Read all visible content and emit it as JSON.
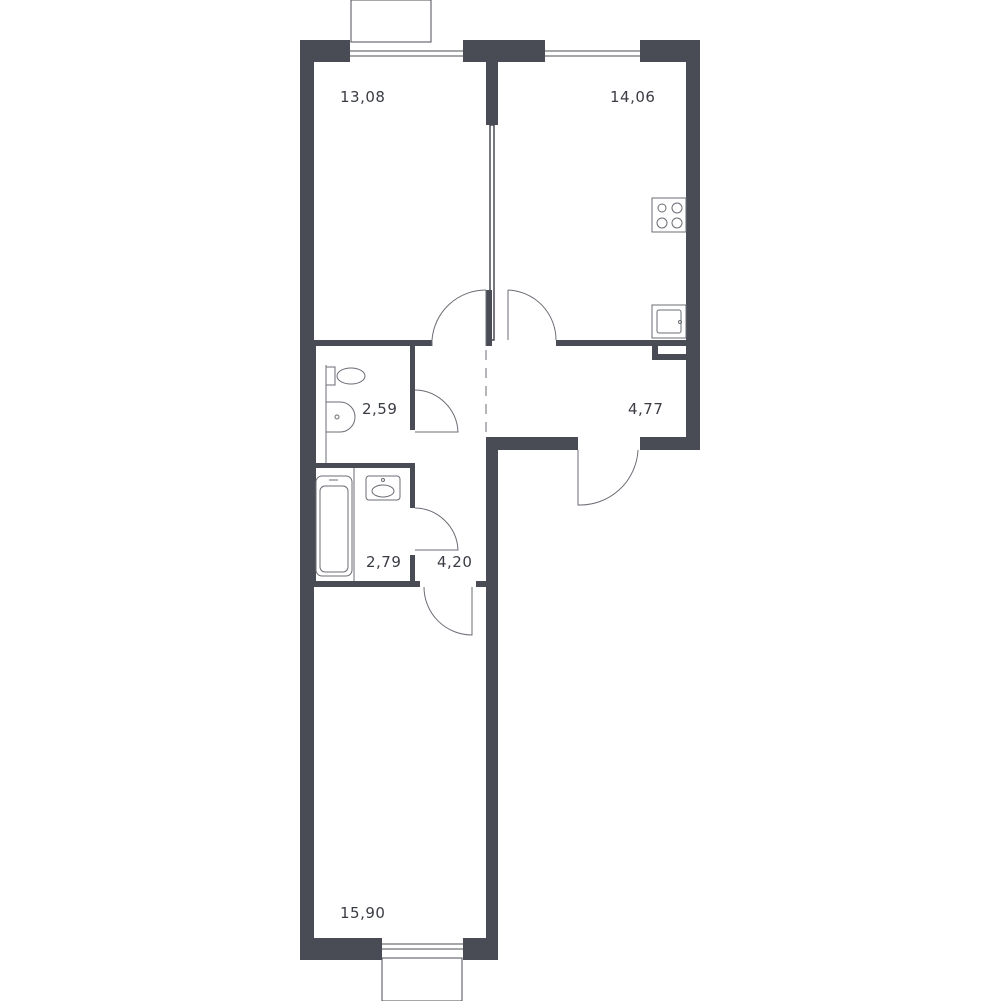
{
  "rooms": [
    {
      "id": "bedroom-top",
      "area": "13,08"
    },
    {
      "id": "kitchen",
      "area": "14,06"
    },
    {
      "id": "toilet",
      "area": "2,59"
    },
    {
      "id": "hall",
      "area": "4,77"
    },
    {
      "id": "bathroom",
      "area": "2,79"
    },
    {
      "id": "corridor",
      "area": "4,20"
    },
    {
      "id": "bedroom-bottom",
      "area": "15,90"
    }
  ],
  "colors": {
    "wall": "#4a4c55",
    "fixture": "#6b6d75",
    "label": "#3a3c44",
    "background": "#ffffff"
  },
  "icons": [
    "stove-icon",
    "kitchen-sink-icon",
    "toilet-icon",
    "washbasin-icon",
    "bathtub-icon",
    "door-swing-icon",
    "window-icon",
    "balcony-icon"
  ]
}
